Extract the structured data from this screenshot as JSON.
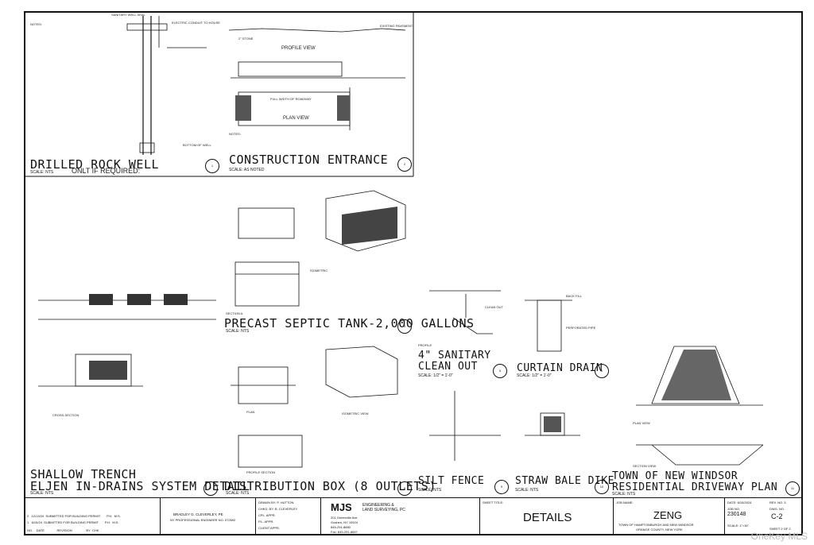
{
  "details": [
    {
      "title": "DRILLED ROCK WELL",
      "scale": "SCALE: NTS",
      "num": "1",
      "sheet": "C-2"
    },
    {
      "title": "CONSTRUCTION ENTRANCE",
      "scale": "SCALE: AS NOTED",
      "num": "2",
      "sheet": "C-2"
    },
    {
      "title": "SHALLOW TRENCH",
      "scale": "SCALE: NTS",
      "num": "3",
      "sheet": "C-2"
    },
    {
      "title": "PRECAST SEPTIC TANK-2,000 GALLONS",
      "scale": "SCALE: NTS",
      "num": "4",
      "sheet": "C-2"
    },
    {
      "title": "4\" SANITARY",
      "title2": "CLEAN OUT",
      "scale": "SCALE: 1/2\" = 1'-0\"",
      "num": "5",
      "sheet": "C-2"
    },
    {
      "title": "CURTAIN DRAIN",
      "scale": "SCALE: 1/2\" = 1'-0\"",
      "num": "6",
      "sheet": "C-2"
    },
    {
      "title": "ELJEN IN-DRAINS SYSTEM DETAIL",
      "scale": "SCALE: NTS",
      "num": "7",
      "sheet": "C-2"
    },
    {
      "title": "DISTRIBUTION BOX (8 OUTLETS)",
      "scale": "SCALE: NTS",
      "num": "8",
      "sheet": "C-2"
    },
    {
      "title": "SILT FENCE",
      "scale": "SCALE: NTS",
      "num": "9",
      "sheet": "C-2"
    },
    {
      "title": "STRAW BALE DIKE",
      "scale": "SCALE: NTS",
      "num": "10",
      "sheet": "C-2"
    },
    {
      "title": "TOWN OF NEW WINDSOR",
      "title2": "RESIDENTIAL DRIVEWAY PLAN",
      "scale": "SCALE: NTS",
      "num": "11",
      "sheet": "C-2"
    }
  ],
  "labels": {
    "only_if": "ONLT IF REQUIRED:",
    "profile_view": "PROFILE VIEW",
    "plan_view": "PLAN VIEW",
    "plan": "PLAN",
    "section_a": "SECTION A",
    "isometric": "ISOMETRIC",
    "isometric_view": "ISOMETRIC VIEW",
    "profile": "PROFILE",
    "profile_section": "PROFILE SECTION",
    "cross_section": "CROSS-SECTION",
    "section_view": "SECTION VIEW",
    "notes": "NOTES:",
    "sanitary_well_seal": "SANITARY WELL SEAL",
    "electric_conduit": "ELECTRIC CONDUIT TO HOUSE",
    "bottom_of_well": "BOTTOM OF WELL",
    "existing_pavement": "EXISTING PAVEMENT",
    "full_width": "FULL WIDTH OF ROADWAY",
    "stone": "2\" STONE",
    "clean_out": "CLEAN OUT",
    "back_fill": "BACK FILL",
    "perforated_pipe": "PERFORATED PIPE"
  },
  "title_block": {
    "revisions": [
      {
        "no": "2",
        "date": "12/13/24",
        "desc": "SUBMITTED FOR BUILDING PERMIT",
        "by": "P.H.",
        "chk": "M.S."
      },
      {
        "no": "1",
        "date": "6/15/24",
        "desc": "SUBMITTED FOR BUILDING PERMIT",
        "by": "P.H.",
        "chk": "M.S."
      }
    ],
    "rev_headers": {
      "no": "NO.",
      "date": "DATE",
      "desc": "REVISION",
      "by": "BY",
      "chk": "CHK"
    },
    "engineer": "BRADLEY G. CLEVERLEY, PE",
    "engineer_license": "NY PROFESSIONAL ENGINEER NO. 072692",
    "drawn_by": "DRAWN BY: P. HUTTON",
    "chkd_by": "CHKD. BY: B. CLEVERLEY",
    "cpl_appr": "CPL. APPR.",
    "pl_appr": "P.L. APPR.",
    "client_appr": "CLIENT APPR.",
    "firm": "MJS",
    "firm_sub1": "ENGINEERING &",
    "firm_sub2": "LAND SURVEYING, PC",
    "firm_addr1": "201 Greenville Ave",
    "firm_addr2": "Goshen, NY 10924",
    "firm_phone": "845-291-8650",
    "firm_fax": "Fax: 845-291-8657",
    "sheet_title_lbl": "SHEET TITLE:",
    "sheet_title": "DETAILS",
    "job_name_lbl": "JOB NAME:",
    "job_name": "ZENG",
    "job_sub1": "TOWN OF HAMPTONBURGH AND NEW WINDSOR",
    "job_sub2": "ORANGE COUNTY, NEW YORK",
    "date": "DATE: 6/15/2024",
    "rev_no": "REV. NO. 3",
    "job_no_lbl": "JOB NO.",
    "job_no": "230148",
    "dwg_no_lbl": "DWG. NO.",
    "dwg_no": "C-2",
    "scale": "SCALE: 1\"=30'",
    "sheet_of": "SHEET 2 OF 2"
  },
  "watermark": "OneKey MLS"
}
